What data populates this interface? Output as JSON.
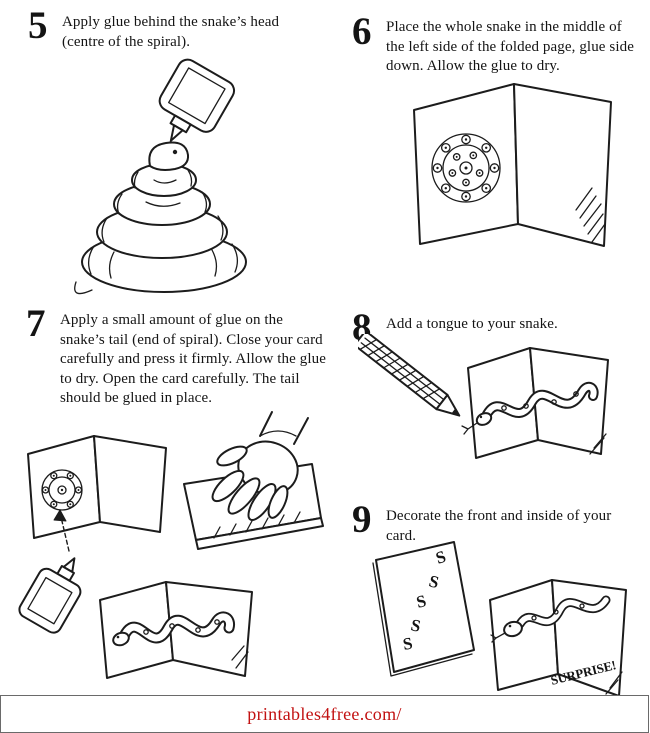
{
  "page": {
    "footer_url": "printables4free.com/"
  },
  "steps": [
    {
      "number": "5",
      "text": "Apply glue behind the snake’s head (centre of the spiral)."
    },
    {
      "number": "6",
      "text": "Place the whole snake in the middle of the left side of the folded page, glue side down. Allow the glue to dry."
    },
    {
      "number": "7",
      "text": "Apply a small amount of glue on the snake’s tail (end of spiral). Close your card carefully and press it firmly. Allow the glue to dry. Open the card carefully. The tail should be glued in place."
    },
    {
      "number": "8",
      "text": "Add a tongue to your snake."
    },
    {
      "number": "9",
      "text": "Decorate the front and inside of your card."
    }
  ],
  "illustrations": {
    "step9": {
      "front_letters": [
        "S",
        "S",
        "S",
        "S",
        "S"
      ],
      "surprise_text": "SURPRISE!"
    }
  },
  "colors": {
    "footer_red": "#c21212",
    "ink": "#1c1c1c"
  }
}
